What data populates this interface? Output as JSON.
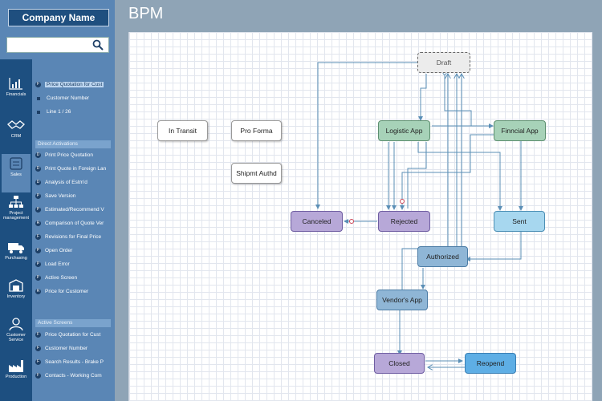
{
  "brand": {
    "name": "Company Name"
  },
  "page": {
    "title": "BPM"
  },
  "nav": [
    {
      "label": "Financials",
      "icon": "chart-icon"
    },
    {
      "label": "CRM",
      "icon": "handshake-icon"
    },
    {
      "label": "Sales",
      "icon": "sales-icon"
    },
    {
      "label": "Project management",
      "icon": "org-chart-icon"
    },
    {
      "label": "Purchasing",
      "icon": "truck-icon"
    },
    {
      "label": "Inventory",
      "icon": "inventory-icon"
    },
    {
      "label": "Customer Service",
      "icon": "user-icon"
    },
    {
      "label": "Production",
      "icon": "factory-icon"
    }
  ],
  "panel": {
    "top_items": [
      {
        "badge": "F",
        "label": "Price Quotation for Cust"
      },
      {
        "badge": "",
        "label": "Customer Number"
      },
      {
        "badge": "",
        "label": "Line 1 / 26"
      }
    ],
    "direct_header": "Direct Activations",
    "direct_items": [
      {
        "badge": "D",
        "label": "Print Price Quotation"
      },
      {
        "badge": "D",
        "label": "Print Quote in Foreign Lan"
      },
      {
        "badge": "D",
        "label": "Analysis of Estm'd"
      },
      {
        "badge": "P",
        "label": "Save Version"
      },
      {
        "badge": "P",
        "label": "Estimated/Recommend V"
      },
      {
        "badge": "R",
        "label": "Comparison of Quote Ver"
      },
      {
        "badge": "F",
        "label": "Revisions for Final Price"
      },
      {
        "badge": "P",
        "label": "Open Order"
      },
      {
        "badge": "P",
        "label": "Load Error"
      },
      {
        "badge": "P",
        "label": "Active Screen"
      },
      {
        "badge": "R",
        "label": "Price for Customer"
      }
    ],
    "active_header": "Active Screens",
    "active_items": [
      {
        "badge": "F",
        "label": "Price Quotation for Cust"
      },
      {
        "badge": "F",
        "label": "Customer Number"
      },
      {
        "badge": "F",
        "label": "Search Results - Brake P"
      },
      {
        "badge": "F",
        "label": "Contacts - Working Com"
      }
    ]
  },
  "nodes": {
    "draft": "Draft",
    "in_transit": "In Transit",
    "pro_forma": "Pro Forma",
    "shipmt_authd": "Shipmt Authd",
    "logistic_app": "Logistic App",
    "financial_app": "Finncial App",
    "canceled": "Canceled",
    "rejected": "Rejected",
    "sent": "Sent",
    "authorized": "Authorized",
    "vendors_app": "Vendor's App",
    "closed": "Closed",
    "reopend": "Reopend"
  },
  "colors": {
    "nav_bg": "#1d4f80",
    "panel_bg": "#5a86b5",
    "accent": "#5b8fb6"
  }
}
